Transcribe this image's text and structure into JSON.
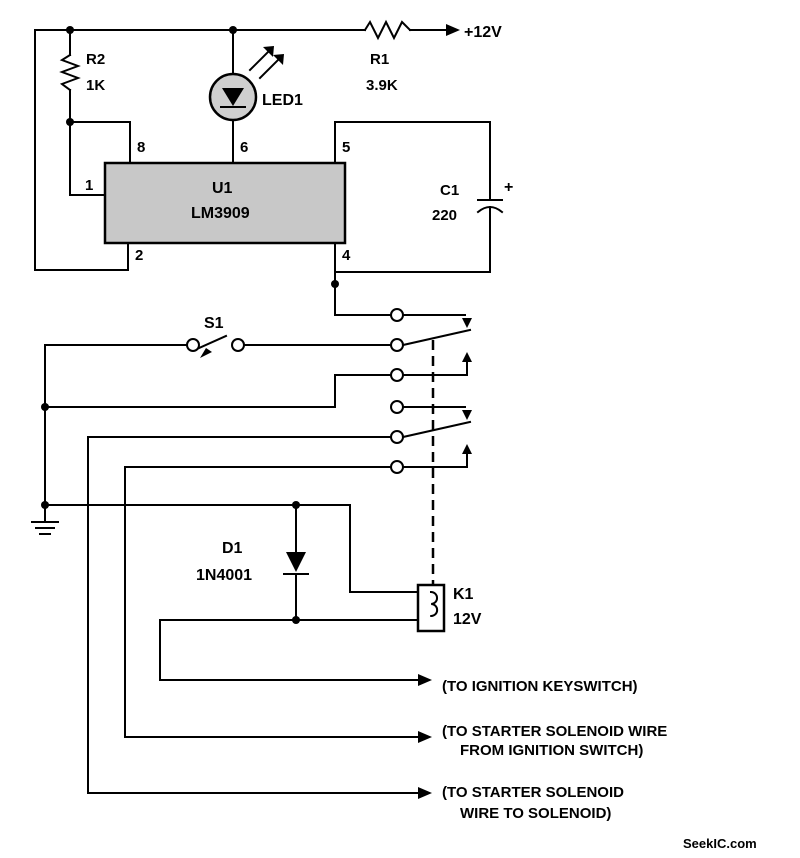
{
  "supply": {
    "label": "+12V"
  },
  "resistors": {
    "r1": {
      "ref": "R1",
      "value": "3.9K"
    },
    "r2": {
      "ref": "R2",
      "value": "1K"
    }
  },
  "led": {
    "ref": "LED1"
  },
  "ic": {
    "ref": "U1",
    "part": "LM3909",
    "pins": {
      "p1": "1",
      "p2": "2",
      "p4": "4",
      "p5": "5",
      "p6": "6",
      "p8": "8"
    }
  },
  "capacitor": {
    "ref": "C1",
    "value": "220",
    "polarity": "+"
  },
  "switch": {
    "ref": "S1"
  },
  "diode": {
    "ref": "D1",
    "part": "1N4001"
  },
  "relay": {
    "ref": "K1",
    "value": "12V"
  },
  "notes": {
    "ignition": "(TO IGNITION KEYSWITCH)",
    "starter_from_line1": "(TO STARTER SOLENOID WIRE",
    "starter_from_line2": "FROM IGNITION SWITCH)",
    "starter_to_line1": "(TO STARTER SOLENOID",
    "starter_to_line2": "WIRE TO SOLENOID)"
  },
  "watermark": "SeekIC.com"
}
